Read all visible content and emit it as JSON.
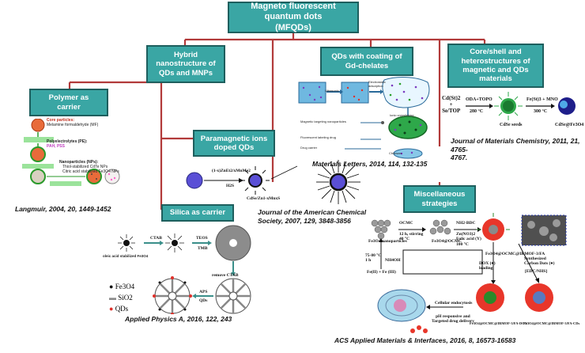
{
  "root": {
    "title": "Magneto fluorescent\nquantum dots\n(MFQDs)"
  },
  "branches": {
    "polymer": {
      "title": "Polymer  as\ncarrier",
      "citation": "Langmuir, 2004, 20, 1449-1452",
      "labels": {
        "core": "Core particles:",
        "core_desc": "Melamine formaldehyde (MF)",
        "pe": "Polyelectrolytes (PE):",
        "pe_list": "PAH, PSS",
        "np": "Nanoparticles (NPs):",
        "np_1": "Thiol-stabilized CdTe NPs",
        "np_2": "Citric acid stabilized Fe3O4 NPs"
      }
    },
    "hybrid": {
      "title": "Hybrid\nnanostructure of\nQDs and MNPs"
    },
    "paramagnetic": {
      "title": "Paramagnetic ions\ndoped QDs",
      "citation": "Journal of the American Chemical\nSociety, 2007, 129, 3848-3856",
      "labels": {
        "reagent": "(1-x)ZnEt2/xMnMe2",
        "h2s": "H2S",
        "product": "CdSe/Zn1-xMnxS"
      }
    },
    "silica": {
      "title": "Silica  as carrier",
      "citation": "Applied Physics A, 2016, 122, 243",
      "labels": {
        "start": "oleic acid stabilized Fe3O4",
        "ctab": "CTAB",
        "teos": "TEOS",
        "tmb": "TMB",
        "remove": "remove CTAB",
        "aps": "APS",
        "qds": "QDs"
      },
      "legend": [
        {
          "symbol": "●",
          "text": "Fe3O4"
        },
        {
          "symbol": "▬",
          "text": "SiO2"
        },
        {
          "symbol": "●",
          "text": "QDs"
        }
      ]
    },
    "gd": {
      "title": "QDs with coating of\nGd-chelates",
      "citation": "Materials Letters, 2014, 114, 132-135",
      "labels": {
        "ultrasonic": "Ultrasonic",
        "electro": "Electrostatic adsorption",
        "ionic": "Ionic crosslinking",
        "magnetic": "Magnetic targeting nanoparticles",
        "fluor": "Fluorescent labeling drug",
        "drug": "Drug carrier",
        "chitosan": "Chitosan"
      }
    },
    "coreshell": {
      "title": "Core/shell and\nheterostructures of\nmagnetic and QDs\nmaterials",
      "citation": "Journal of Materials Chemistry, 2011, 21, 4765-\n4767.",
      "labels": {
        "reactant": "Cd(St)2\n+\nSe/TOP",
        "cond1": "ODA+TOPO",
        "temp1": "280 °C",
        "seeds": "CdSe seeds",
        "reagent2": "Fe(St)3 + MNO",
        "temp2": "300 °C",
        "product": "CdSe@Fe3O4"
      }
    },
    "misc": {
      "title": "Miscellaneous\nstrategies",
      "citation": "ACS Applied Materials & Interfaces, 2016, 8, 16573-16583",
      "labels": {
        "fe3o4": "Fe3O4 nanoparticles",
        "ocmc": "OCMC",
        "cond_ocmc": "12 h, stirring\n40 °C",
        "fe_ocmc": "Fe3O4@OCMC",
        "nh2bdc": "NH2-BDC",
        "zn_folic": "Zn(NO3)2\nFolic acid (Y)\n100 °C",
        "mof": "Fe3O4@OCMC@IRMOF-3/FA",
        "temp": "75-80 °C\n1 h",
        "nh4oh": "NH4OH",
        "fe_ions": "Fe(II) + Fe (III)",
        "dox": "DOX (●)\nloading",
        "cdots": "Synthesized\nCarbon Dots (●)",
        "edc": "[EDC/NHS]",
        "endo": "Cellular endocytosis",
        "ph": "pH responsive and\nTargeted drug delivery",
        "dox_product": "Fe3O4@OCMC@IRMOF-3/FA-DOX",
        "cd_product": "Fe3O4@OCMC@IRMOF-3/FA-CDs"
      }
    }
  },
  "colors": {
    "box": "#3aa6a4",
    "box_border": "#1e5f5e",
    "connector": "#b23a3a"
  }
}
